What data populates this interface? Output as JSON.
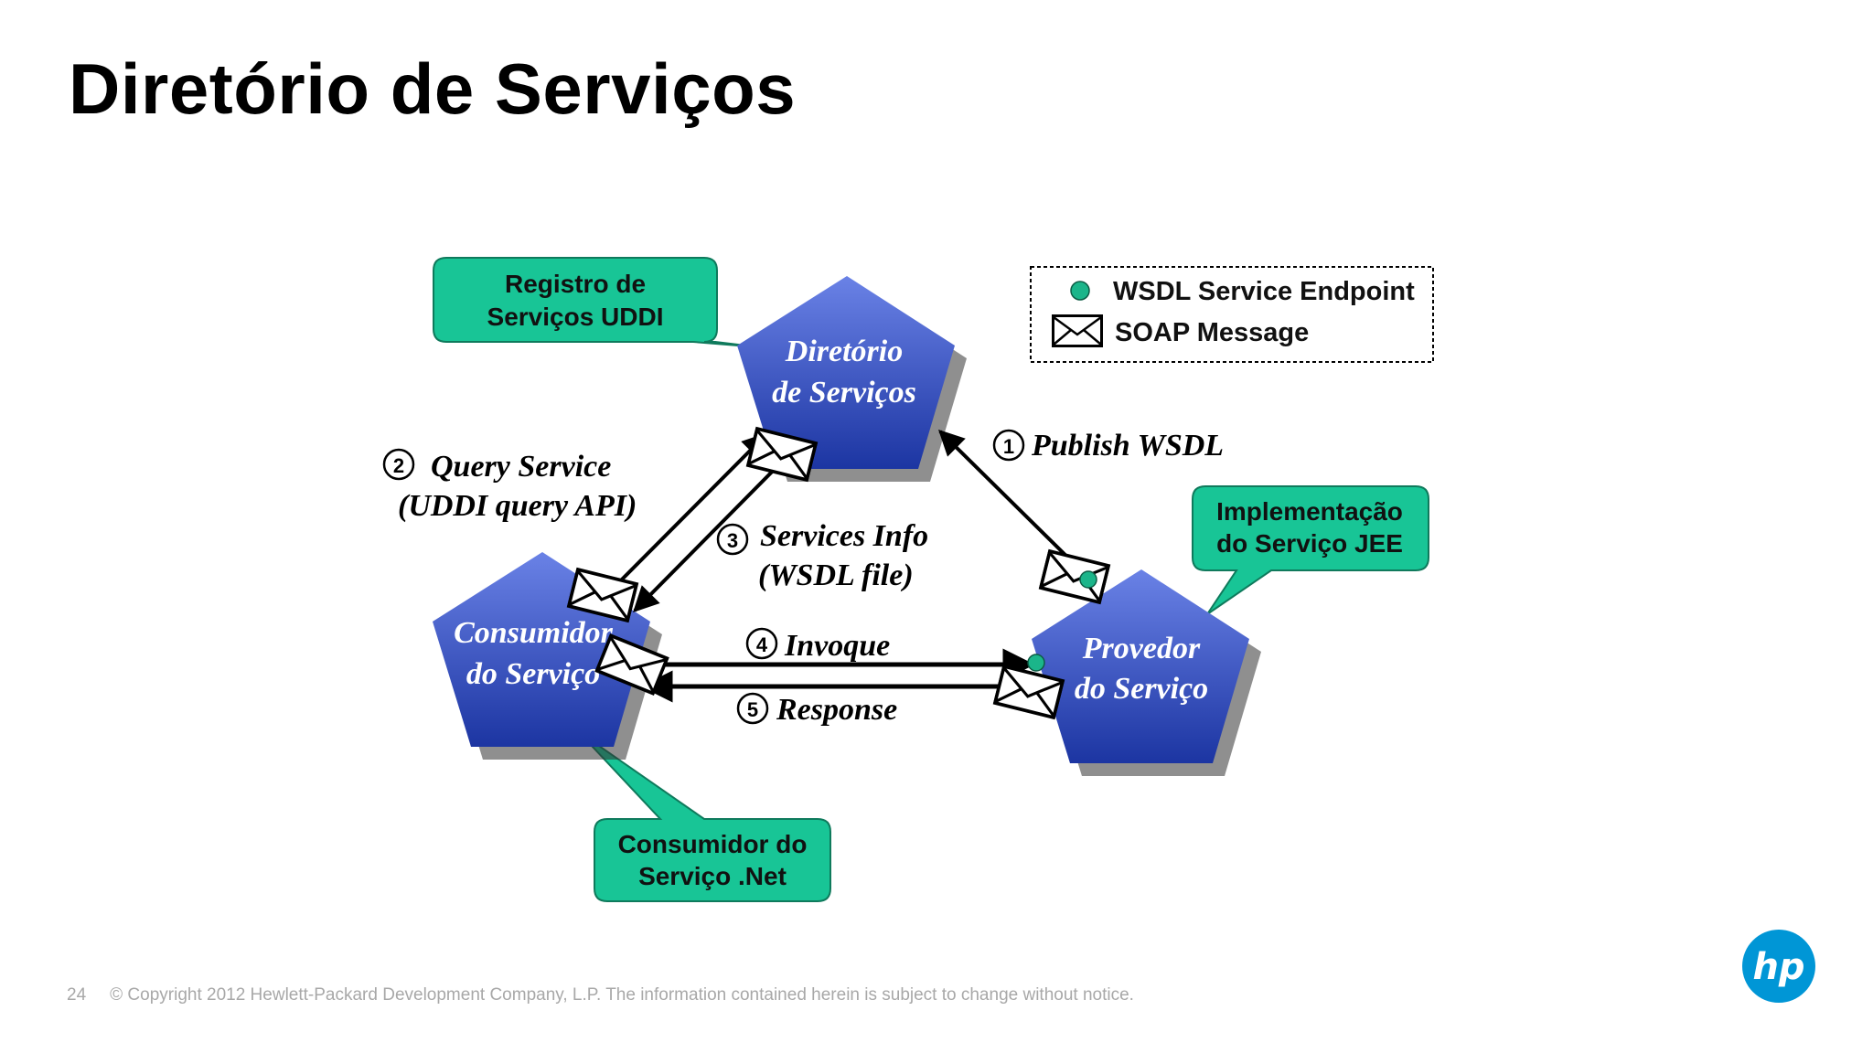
{
  "slide": {
    "title": "Diretório de Serviços",
    "page_number": "24",
    "copyright": "© Copyright 2012 Hewlett-Packard Development Company, L.P.  The information contained herein is subject to change without notice.",
    "logo_text": "hp"
  },
  "diagram": {
    "nodes": {
      "directory": {
        "line1": "Diretório",
        "line2": "de Serviços"
      },
      "consumer": {
        "line1": "Consumidor",
        "line2": "do Serviço"
      },
      "provider": {
        "line1": "Provedor",
        "line2": "do Serviço"
      }
    },
    "callouts": {
      "uddi": {
        "line1": "Registro de",
        "line2": "Serviços UDDI"
      },
      "jee": {
        "line1": "Implementação",
        "line2": "do Serviço JEE"
      },
      "net": {
        "line1": "Consumidor do",
        "line2": "Serviço .Net"
      }
    },
    "legend": {
      "endpoint": "WSDL Service Endpoint",
      "soap": "SOAP Message"
    },
    "steps": {
      "publish": {
        "num": "1",
        "text": "Publish WSDL"
      },
      "query": {
        "num": "2",
        "line1": "Query Service",
        "line2": "(UDDI query API)"
      },
      "services_info": {
        "num": "3",
        "line1": "Services Info",
        "line2": "(WSDL file)"
      },
      "invoque": {
        "num": "4",
        "text": "Invoque"
      },
      "response": {
        "num": "5",
        "text": "Response"
      }
    }
  },
  "colors": {
    "pentagon_top": "#5b73d8",
    "pentagon_bottom": "#1f3aa8",
    "callout_fill": "#18c596",
    "endpoint_dot": "#1bb58a",
    "hp_blue": "#0096d6"
  }
}
